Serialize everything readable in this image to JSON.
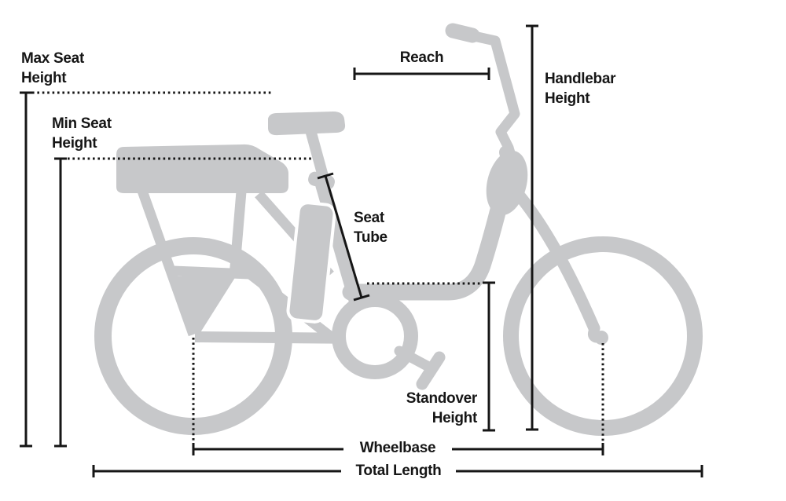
{
  "diagram": {
    "type": "bike-geometry-diagram",
    "subject": "step-through electric bike silhouette with dimension callouts",
    "labels": {
      "max_seat_height": "Max Seat Height",
      "min_seat_height": "Min Seat Height",
      "reach": "Reach",
      "handlebar_height": "Handlebar Height",
      "seat_tube": "Seat Tube",
      "standover_height": "Standover Height",
      "wheelbase": "Wheelbase",
      "total_length": "Total Length"
    },
    "colors": {
      "bike_silhouette": "#c7c8ca",
      "measurement_lines": "#161616",
      "label_text": "#161616",
      "background": "#ffffff"
    }
  }
}
